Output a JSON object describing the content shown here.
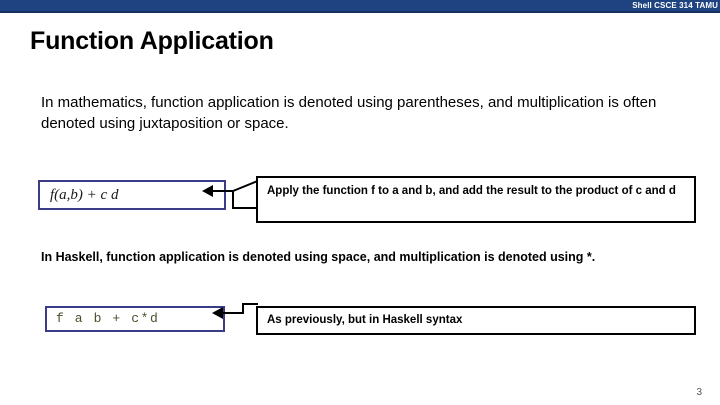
{
  "header": {
    "label": "Shell CSCE 314 TAMU",
    "bar_color": "#1f4281",
    "rule_color": "#15305e"
  },
  "title": "Function Application",
  "body": {
    "paragraph_1": "In mathematics, function application is denoted using parentheses, and multiplication is often denoted using juxtaposition or space.",
    "paragraph_2": "In Haskell, function application is denoted using space, and multiplication is denoted using *."
  },
  "math_example": {
    "formula": "f(a,b) + c d",
    "border_color": "#3b3b87",
    "callout": "Apply the function f to a and b, and add the result to the product of c and d"
  },
  "haskell_example": {
    "code": "f a b + c*d",
    "code_color": "#44532e",
    "border_color": "#3b3b87",
    "callout": "As previously, but in Haskell syntax"
  },
  "footer": {
    "page_number": "3"
  }
}
